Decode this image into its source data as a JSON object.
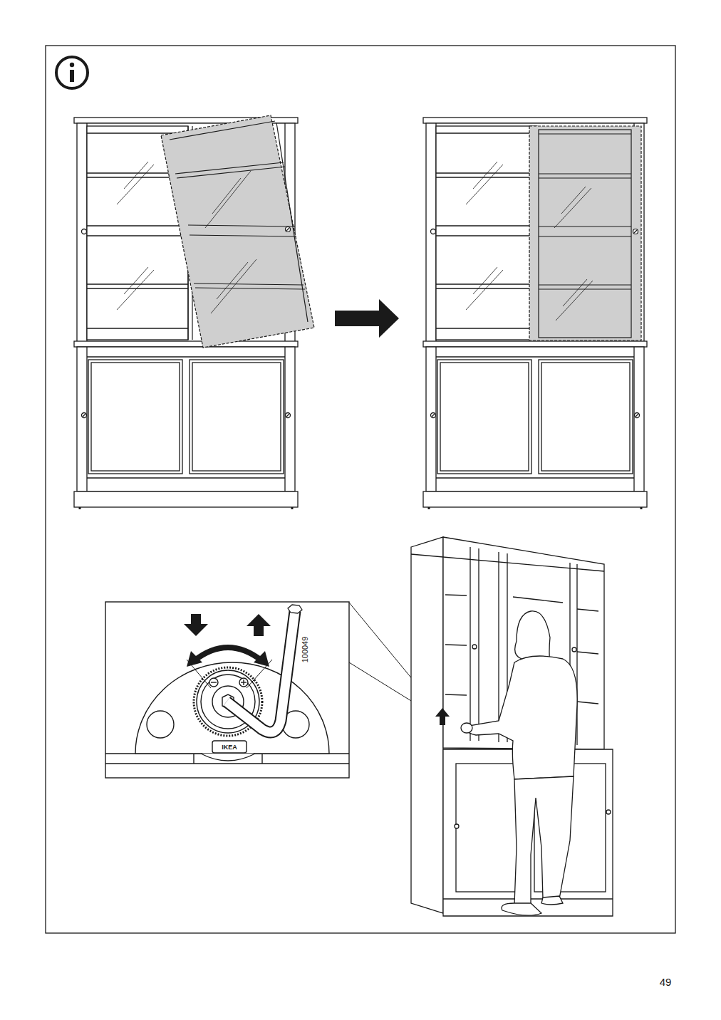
{
  "diagram": {
    "labels": [
      "100049",
      "IKEA",
      "49"
    ]
  }
}
